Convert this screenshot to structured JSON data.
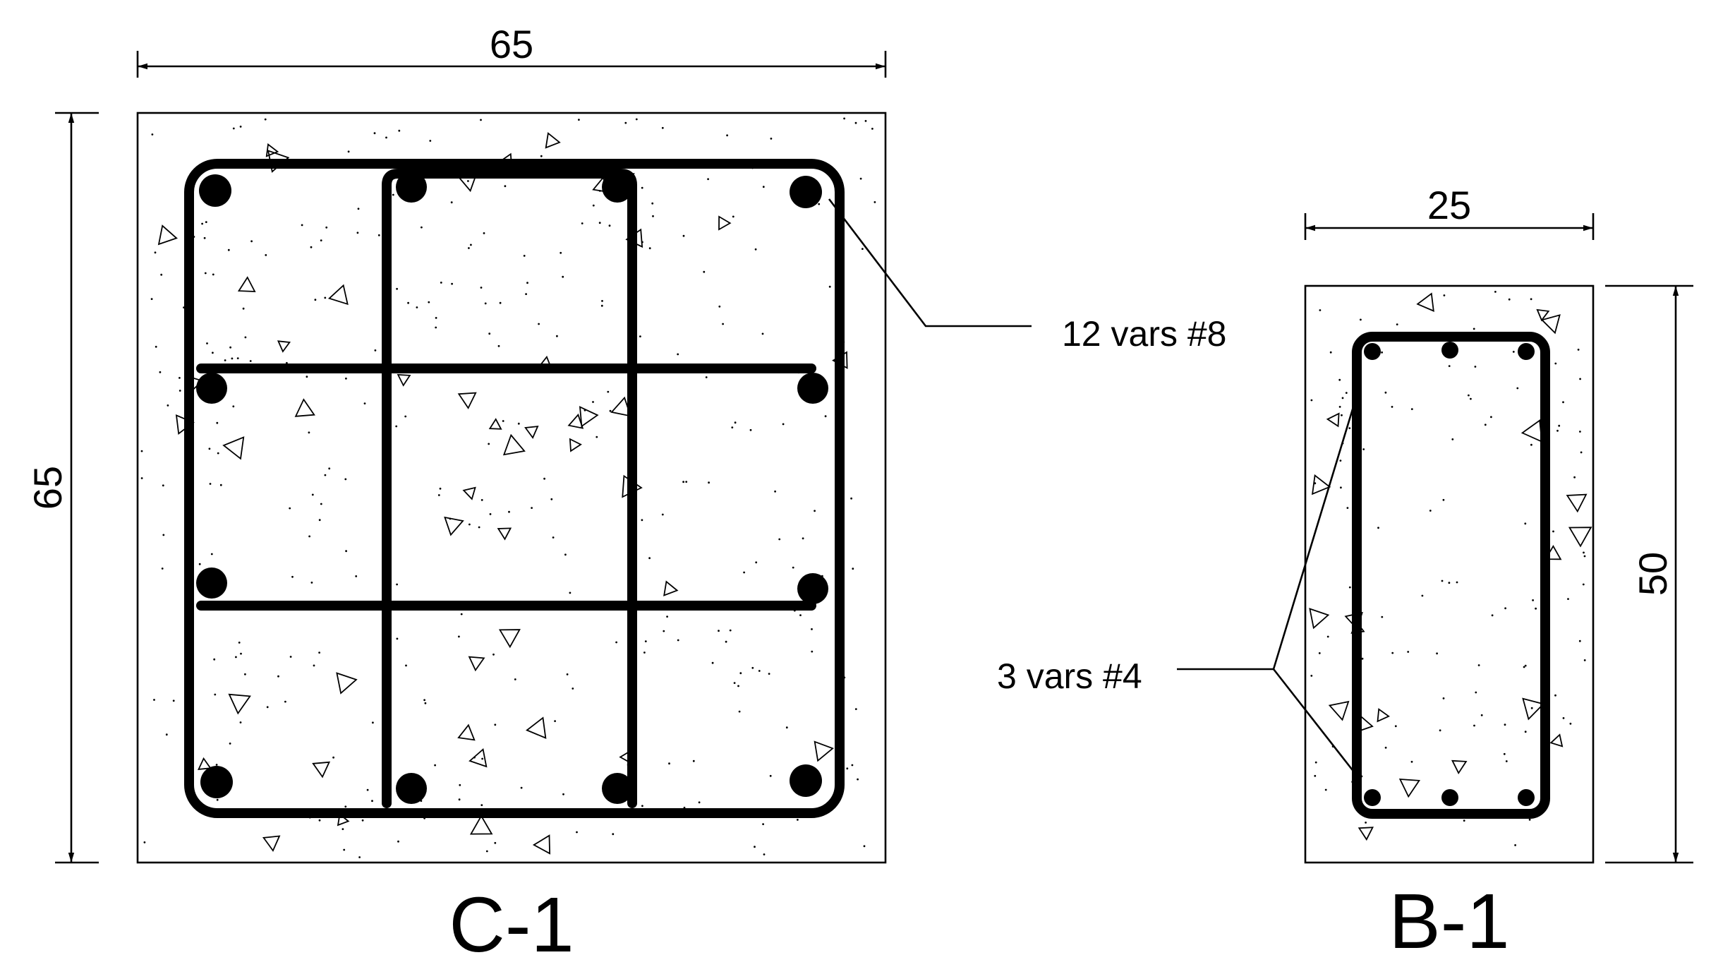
{
  "column": {
    "width_label": "65",
    "height_label": "65",
    "section_label": "C-1",
    "bar_callout": "12 vars #8"
  },
  "beam": {
    "width_label": "25",
    "height_label": "50",
    "section_label": "B-1",
    "bar_callout": "3 vars #4"
  }
}
